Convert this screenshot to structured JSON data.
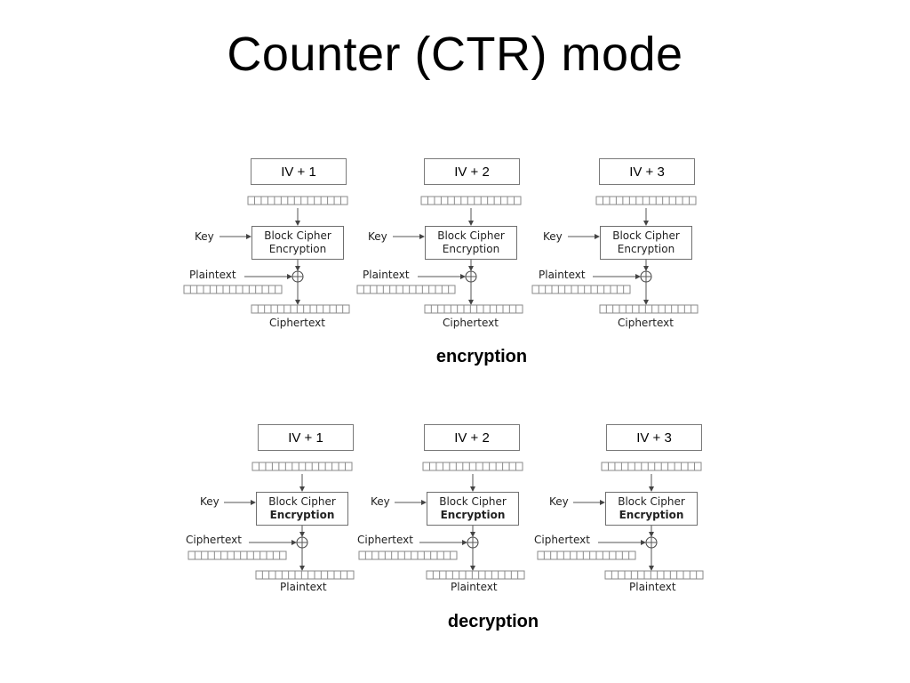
{
  "title": "Counter (CTR) mode",
  "sections": [
    {
      "caption": "encryption",
      "units": [
        {
          "counter": "IV + 1",
          "key_label": "Key",
          "cipher_line1": "Block Cipher",
          "cipher_line2": "Encryption",
          "input_label": "Plaintext",
          "output_label": "Ciphertext"
        },
        {
          "counter": "IV + 2",
          "key_label": "Key",
          "cipher_line1": "Block Cipher",
          "cipher_line2": "Encryption",
          "input_label": "Plaintext",
          "output_label": "Ciphertext"
        },
        {
          "counter": "IV + 3",
          "key_label": "Key",
          "cipher_line1": "Block Cipher",
          "cipher_line2": "Encryption",
          "input_label": "Plaintext",
          "output_label": "Ciphertext"
        }
      ]
    },
    {
      "caption": "decryption",
      "units": [
        {
          "counter": "IV + 1",
          "key_label": "Key",
          "cipher_line1": "Block Cipher",
          "cipher_line2": "Encryption",
          "input_label": "Ciphertext",
          "output_label": "Plaintext"
        },
        {
          "counter": "IV + 2",
          "key_label": "Key",
          "cipher_line1": "Block Cipher",
          "cipher_line2": "Encryption",
          "input_label": "Ciphertext",
          "output_label": "Plaintext"
        },
        {
          "counter": "IV + 3",
          "key_label": "Key",
          "cipher_line1": "Block Cipher",
          "cipher_line2": "Encryption",
          "input_label": "Ciphertext",
          "output_label": "Plaintext"
        }
      ]
    }
  ]
}
